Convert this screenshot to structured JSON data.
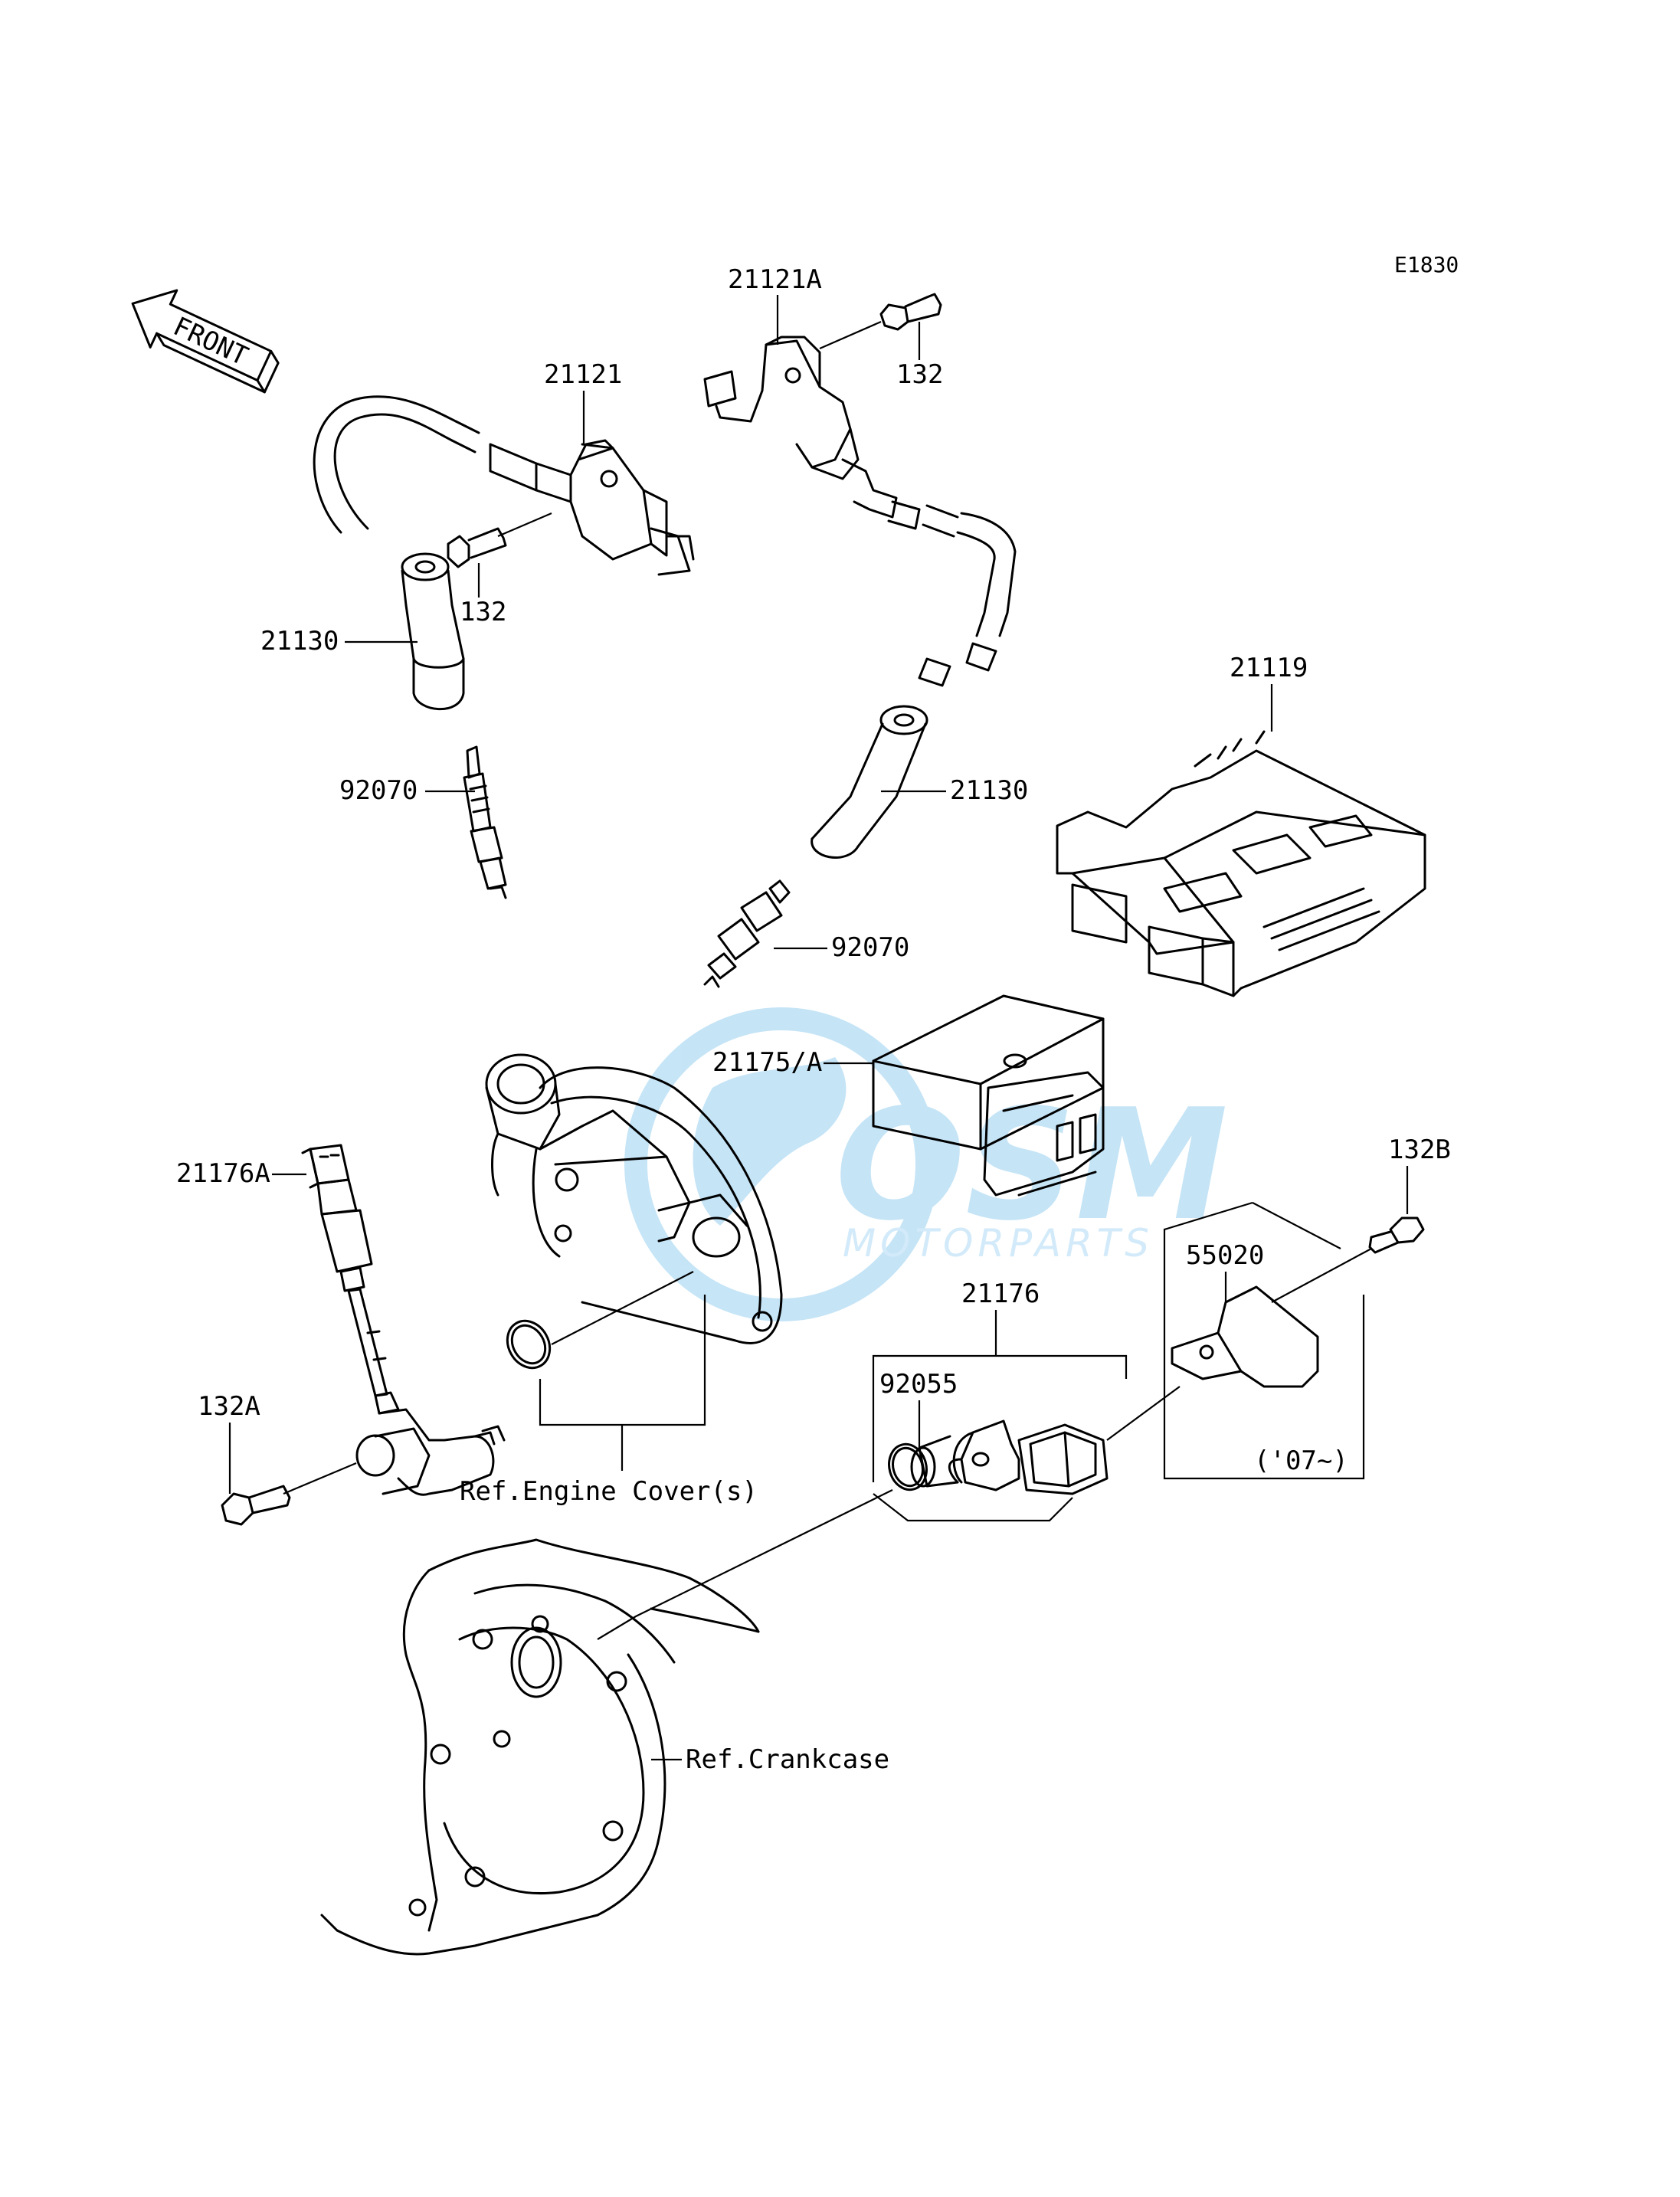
{
  "diagram_code": "E1830",
  "front_arrow_label": "FRONT",
  "watermark": {
    "brand": "OSM",
    "sub": "MOTORPARTS",
    "color": "#5bb4e8"
  },
  "labels": {
    "p21121A": "21121A",
    "p132_top": "132",
    "p21121": "21121",
    "p132_left": "132",
    "p21130_left": "21130",
    "p92070_left": "92070",
    "p21130_right": "21130",
    "p92070_right": "92070",
    "p21119": "21119",
    "p21175A": "21175/A",
    "p21176A": "21176A",
    "p132B": "132B",
    "p132A": "132A",
    "p55020": "55020",
    "p21176": "21176",
    "p92055": "92055",
    "p07": "('07~)",
    "ref_engine_cover": "Ref.Engine Cover(s)",
    "ref_crankcase": "Ref.Crankcase"
  }
}
